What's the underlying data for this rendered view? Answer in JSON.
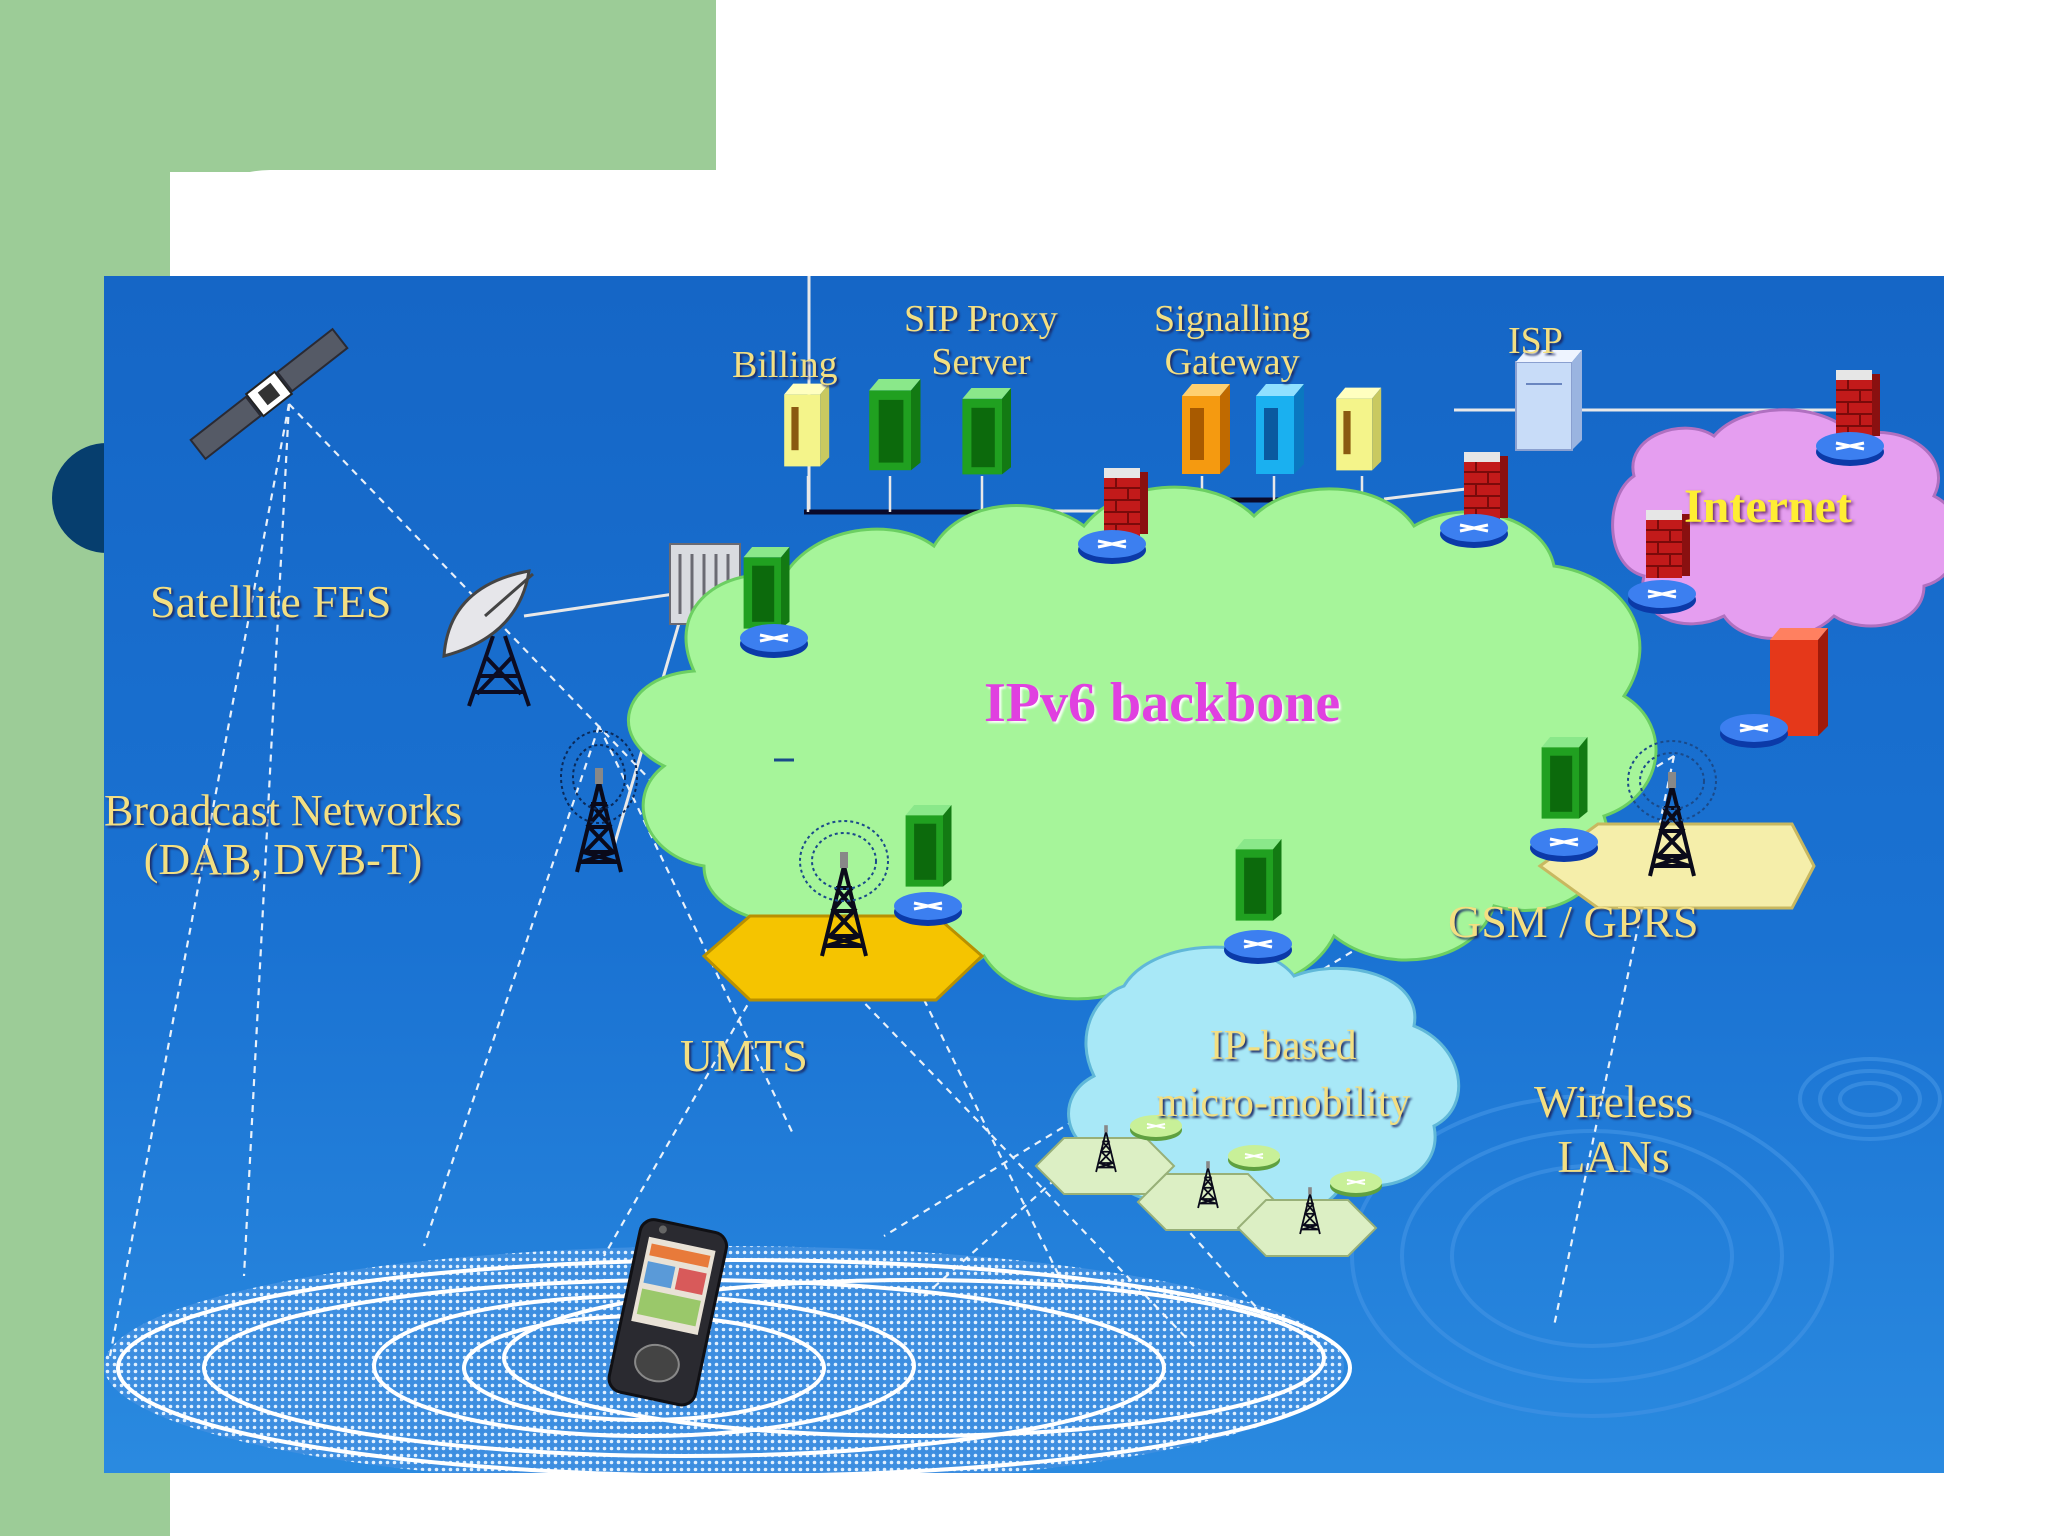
{
  "diagram": {
    "labels": {
      "billing": "Billing",
      "sip_proxy_server": "SIP Proxy\nServer",
      "signalling_gateway": "Signalling\nGateway",
      "isp": "ISP",
      "internet": "Internet",
      "satellite_fes": "Satellite FES",
      "broadcast_networks": "Broadcast Networks\n(DAB, DVB-T)",
      "ipv6_backbone": "IPv6 backbone",
      "gsm_gprs": "GSM / GPRS",
      "umts": "UMTS",
      "ip_micro_mobility": "IP-based\nmicro-mobility",
      "wireless_lans": "Wireless\nLANs"
    },
    "colors": {
      "slide_green": "#9ccc97",
      "panel_blue": "#1a6fcf",
      "backbone_cloud": "#a6f59a",
      "internet_cloud": "#e59ef0",
      "micro_mobility_cloud": "#a8e8f7",
      "label_gold": "#f3df82",
      "backbone_title": "#e040e0",
      "internet_title": "#ffee33",
      "umts_hex": "#f5c400",
      "gsm_hex": "#f5eeaa",
      "wlan_hex": "#dcefc4"
    },
    "icons": [
      "satellite-icon",
      "satellite-dish-icon",
      "broadcast-tower-icon",
      "router-icon",
      "firewall-icon",
      "server-icon",
      "mobile-phone-icon"
    ]
  }
}
